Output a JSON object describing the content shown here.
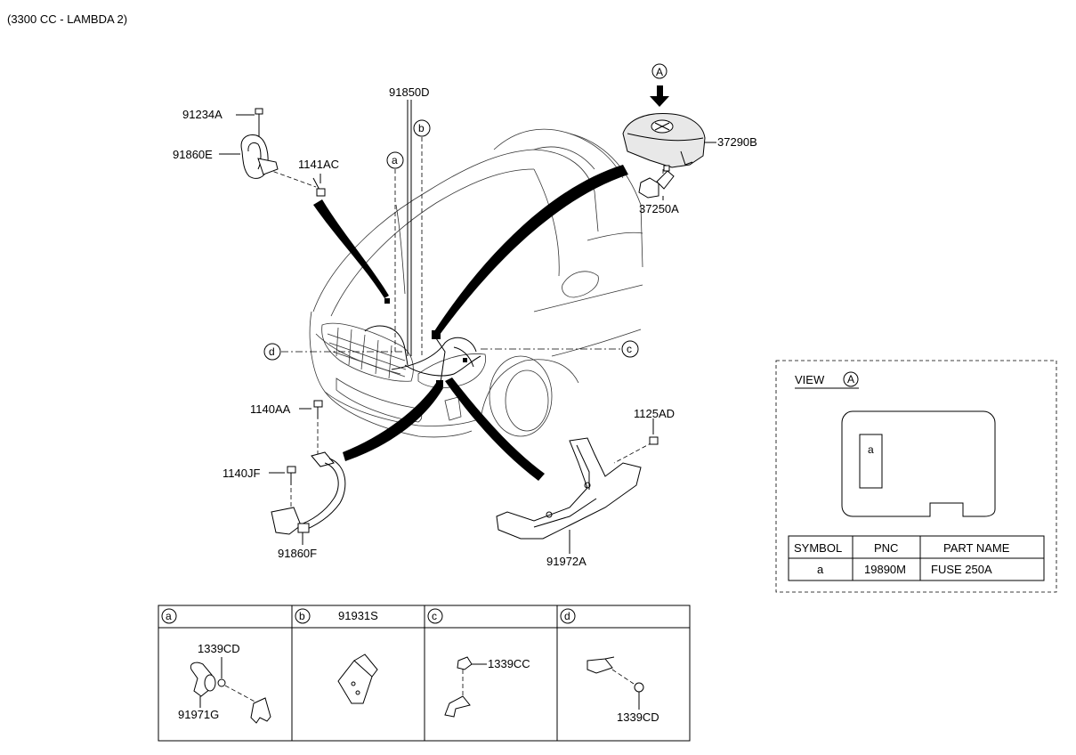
{
  "header": {
    "title": "(3300 CC - LAMBDA 2)"
  },
  "main": {
    "callouts": {
      "p91234A": "91234A",
      "p91860E": "91860E",
      "p1141AC": "1141AC",
      "p91850D": "91850D",
      "p37290B": "37290B",
      "p37250A": "37250A",
      "p1140AA": "1140AA",
      "p1140JF": "1140JF",
      "p91860F": "91860F",
      "p1125AD": "1125AD",
      "p91972A": "91972A"
    },
    "circles": {
      "a": "a",
      "b": "b",
      "c": "c",
      "d": "d",
      "view_mark": "A"
    }
  },
  "view_box": {
    "title": "VIEW",
    "view_mark": "A",
    "fuse_symbol": "a",
    "table": {
      "headers": [
        "SYMBOL",
        "PNC",
        "PART NAME"
      ],
      "rows": [
        [
          "a",
          "19890M",
          "FUSE 250A"
        ]
      ]
    }
  },
  "detail_panels": [
    {
      "symbol": "a",
      "title": "",
      "labels": [
        "1339CD",
        "91971G"
      ]
    },
    {
      "symbol": "b",
      "title": "91931S",
      "labels": []
    },
    {
      "symbol": "c",
      "title": "",
      "labels": [
        "1339CC"
      ]
    },
    {
      "symbol": "d",
      "title": "",
      "labels": [
        "1339CD"
      ]
    }
  ],
  "colors": {
    "line": "#000000",
    "background": "#ffffff"
  }
}
